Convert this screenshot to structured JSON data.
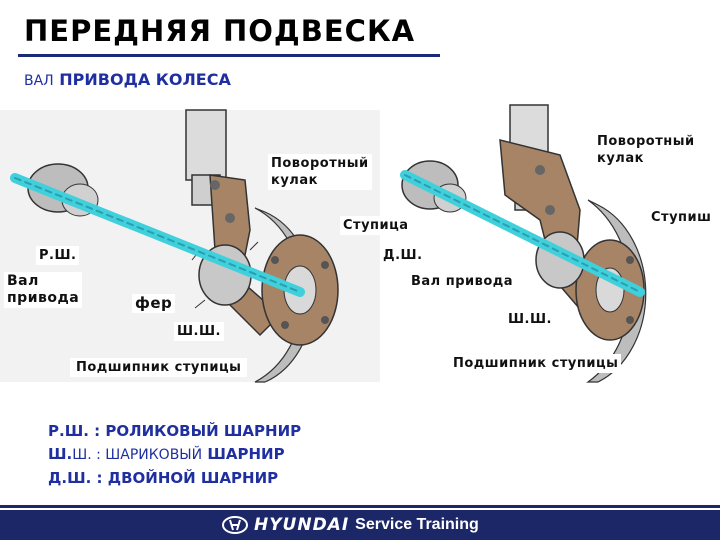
{
  "slide": {
    "title": "ПЕРЕДНЯЯ ПОДВЕСКА",
    "subtitle_part1": "ВАЛ",
    "subtitle_part2": " ПРИВОДА КОЛЕСА"
  },
  "left_diagram": {
    "label_knuckle": "Поворотный\nкулак",
    "label_hub": "Ступица",
    "label_tripod": "Р.Ш.",
    "label_shaft": "Вал\nпривода",
    "label_damper": "фер",
    "label_ball_joint": "Ш.Ш.",
    "label_bearing": "Подшипник ступицы"
  },
  "right_diagram": {
    "label_knuckle": "Поворотный\nкулак",
    "label_hub": "Ступиш",
    "label_double": "Д.Ш.",
    "label_shaft": "Вал привода",
    "label_ball_joint": "Ш.Ш.",
    "label_bearing": "Подшипник ступицы"
  },
  "legend": {
    "line1": "Р.Ш. : РОЛИКОВЫЙ ШАРНИР",
    "line2_a": "Ш.",
    "line2_b": "Ш. : ШАРИКОВЫЙ",
    "line2_c": " ШАРНИР",
    "line3_a": "Д.",
    "line3_b": "Ш. : ДВОЙНОЙ ШАРНИР"
  },
  "footer": {
    "brand": "HYUNDAI",
    "tail": "Service Training"
  },
  "colors": {
    "accent": "#1f2fa0",
    "footer": "#1c2768",
    "shaft": "#3fd0dc",
    "knuckle": "#a88466"
  }
}
